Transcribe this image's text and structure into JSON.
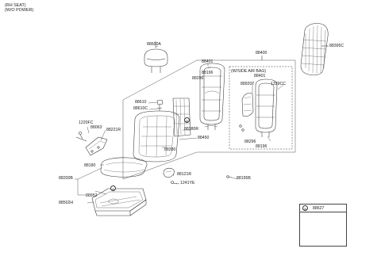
{
  "header": {
    "line1": "(RH SEAT)",
    "line2": "(W/O POWER)"
  },
  "side_airbag_box": {
    "title": "(W/SIDE AIR BAG)"
  },
  "parts": {
    "p88600A": "88600A",
    "p88395C": "88395C",
    "p88400": "88400",
    "p88401_main": "88401",
    "p88196_main": "88196",
    "p88296_main": "88296",
    "p88401_box": "88401",
    "p88920T": "88920T",
    "p1339CC": "1339CC",
    "p88296_box": "88296",
    "p88196_box": "88196",
    "p88610": "88610",
    "p88610C": "88610C",
    "p88380R": "88380R",
    "p88450": "88450",
    "p88380": "88380",
    "p1220FC": "1220FC",
    "p88063": "88063",
    "p88221R": "88221R",
    "p88180": "88180",
    "p88200B": "88200B",
    "p88952": "88952",
    "p88502H": "88502H",
    "p88121R": "88121R",
    "p1241YE": "1241YE",
    "p88195B": "88195B"
  },
  "markers": {
    "a": "a"
  },
  "legend": {
    "marker": "a",
    "part": "88627"
  }
}
